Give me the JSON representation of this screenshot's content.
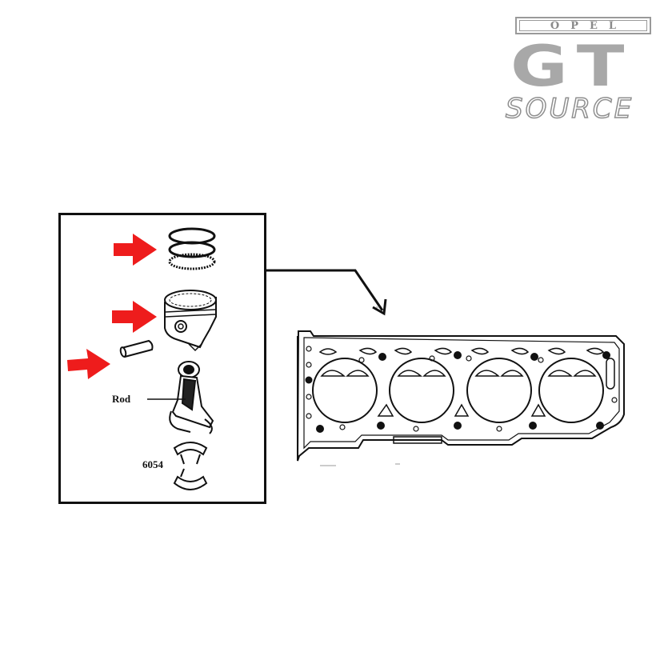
{
  "logo": {
    "brand": "OPEL",
    "model": "GT",
    "tagline": "SOURCE",
    "colors": {
      "silver": "#a8a8a8",
      "outline": "#8f8f8f"
    }
  },
  "parts_diagram": {
    "labels": {
      "rod": "Rod",
      "part_number": "6054"
    },
    "arrow_color": "#ee1c1c",
    "icons": [
      "piston-rings-icon",
      "piston-icon",
      "piston-pin-icon",
      "connecting-rod-icon",
      "rod-bearing-icon"
    ]
  },
  "gasket_diagram": {
    "icons": [
      "head-gasket-icon"
    ]
  }
}
